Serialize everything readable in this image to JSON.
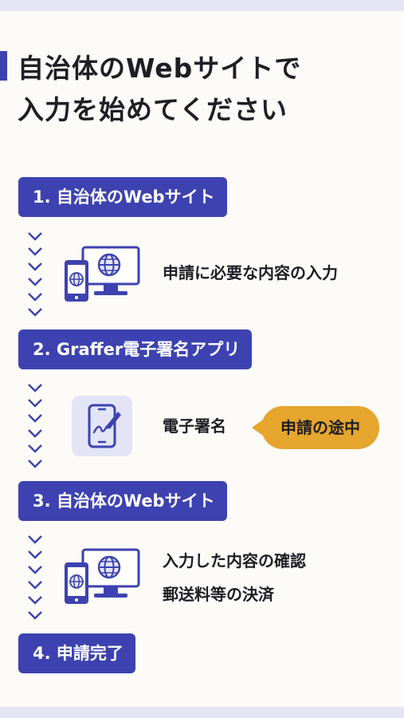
{
  "title": {
    "line1": "自治体のWebサイトで",
    "line2": "入力を始めてください"
  },
  "steps": [
    {
      "label": "1. 自治体のWebサイト",
      "icon": "desktop-phone-globe-icon",
      "desc": [
        "申請に必要な内容の入力"
      ]
    },
    {
      "label": "2. Graffer電子署名アプリ",
      "icon": "phone-signature-icon",
      "desc": [
        "電子署名"
      ],
      "badge": "申請の途中"
    },
    {
      "label": "3. 自治体のWebサイト",
      "icon": "desktop-phone-globe-icon",
      "desc": [
        "入力した内容の確認",
        "郵送料等の決済"
      ]
    },
    {
      "label": "4. 申請完了"
    }
  ],
  "colors": {
    "primary": "#3d42b0",
    "badge": "#e6a52d",
    "background": "#fcfbf8",
    "frame": "#e4e6f5",
    "icon_tile": "#e3e5f6"
  }
}
